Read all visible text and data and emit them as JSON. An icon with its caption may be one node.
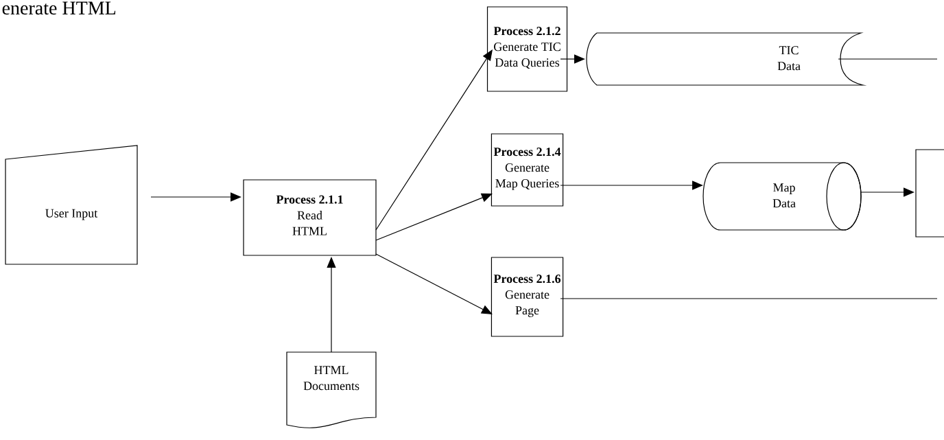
{
  "diagram": {
    "title": "enerate HTML",
    "nodes": [
      {
        "text": [
          "User Input"
        ]
      },
      {
        "text": [
          "Process 2.1.1",
          "Read HTML"
        ]
      },
      {
        "text": [
          "HTML Documents"
        ]
      },
      {
        "text": [
          "Process 2.1.2",
          "Generate TIC Data Queries"
        ]
      },
      {
        "text": [
          "Process 2.1.4",
          "Generate Map Queries"
        ]
      },
      {
        "text": [
          "Process 2.1.6",
          "Generate Page"
        ]
      },
      {
        "text": [
          "TIC Data"
        ]
      },
      {
        "text": [
          "Map Data"
        ]
      },
      {
        "text": [],
        "shape": "box"
      }
    ],
    "edges": [
      {
        "from": 0,
        "to": 1,
        "arrow": "to"
      },
      {
        "from": 2,
        "to": 1,
        "arrow": "to"
      },
      {
        "from": 1,
        "to": 3,
        "arrow": "to"
      },
      {
        "from": 1,
        "to": 4,
        "arrow": "to"
      },
      {
        "from": 1,
        "to": 5,
        "arrow": "to"
      },
      {
        "from": 3,
        "to": 6,
        "arrow": "to"
      },
      {
        "from": 4,
        "to": 7,
        "arrow": "to"
      },
      {
        "from": 7,
        "to": 8,
        "arrow": "to"
      },
      {
        "from": 6,
        "to": null,
        "arrow": "none"
      },
      {
        "from": 5,
        "to": null,
        "arrow": "none"
      }
    ]
  }
}
